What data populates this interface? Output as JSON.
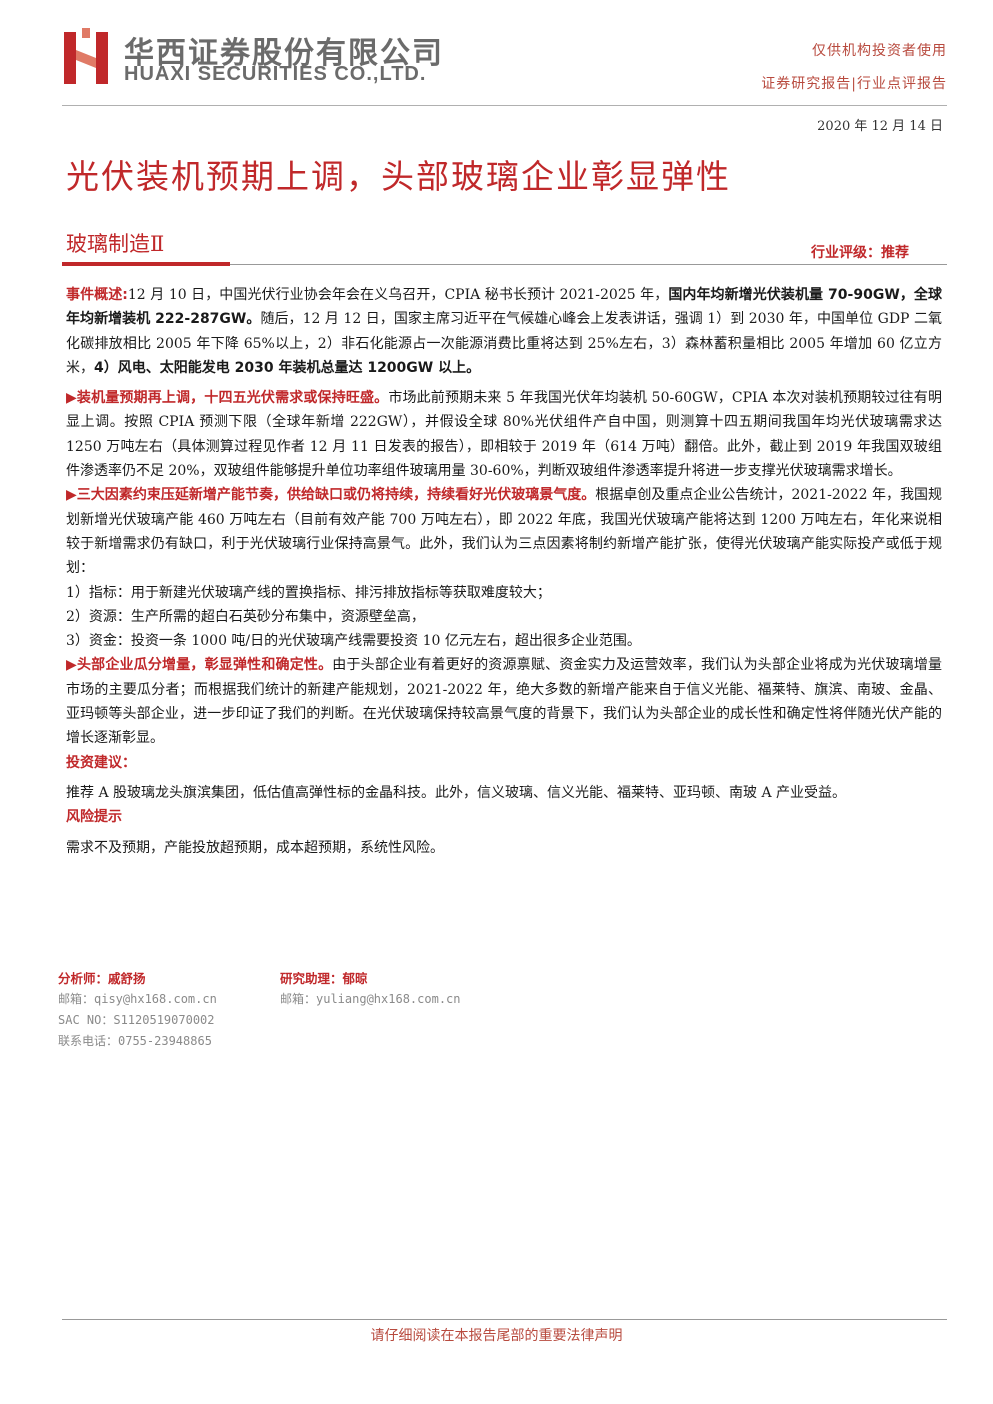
{
  "header": {
    "company_cn": "华西证券股份有限公司",
    "company_en": "HUAXI SECURITIES CO.,LTD.",
    "tagline": "仅供机构投资者使用",
    "report_type": "证券研究报告|行业点评报告",
    "date": "2020 年 12 月 14 日"
  },
  "title": "光伏装机预期上调，头部玻璃企业彰显弹性",
  "industry": "玻璃制造Ⅱ",
  "rating": "行业评级：推荐",
  "sections": {
    "event": {
      "lead": "事件概述:",
      "t1": "12 月 10 日，中国光伏行业协会年会在义乌召开，CPIA 秘书长预计 2021-2025 年，",
      "b1": "国内年均新增光伏装机量 70-90GW，全球年均新增装机 222-287GW。",
      "t2": "随后，12 月 12 日，国家主席习近平在气候雄心峰会上发表讲话，强调 1）到 2030 年，中国单位 GDP 二氧化碳排放相比 2005 年下降 65%以上，2）非石化能源占一次能源消费比重将达到 25%左右，3）森林蓄积量相比 2005 年增加 60 亿立方米，",
      "b2": "4）风电、太阳能发电 2030 年装机总量达 1200GW 以上。"
    },
    "p1": {
      "lead": "▶装机量预期再上调，十四五光伏需求或保持旺盛。",
      "text": "市场此前预期未来 5 年我国光伏年均装机 50-60GW，CPIA 本次对装机预期较过往有明显上调。按照 CPIA 预测下限（全球年新增 222GW），并假设全球 80%光伏组件产自中国，则测算十四五期间我国年均光伏玻璃需求达 1250 万吨左右（具体测算过程见作者 12 月 11 日发表的报告），即相较于 2019 年（614 万吨）翻倍。此外，截止到 2019 年我国双玻组件渗透率仍不足 20%，双玻组件能够提升单位功率组件玻璃用量 30-60%，判断双玻组件渗透率提升将进一步支撑光伏玻璃需求增长。"
    },
    "p2": {
      "lead": "▶三大因素约束压延新增产能节奏，供给缺口或仍将持续，持续看好光伏玻璃景气度。",
      "text": "根据卓创及重点企业公告统计，2021-2022 年，我国规划新增光伏玻璃产能 460 万吨左右（目前有效产能 700 万吨左右），即 2022 年底，我国光伏玻璃产能将达到 1200 万吨左右，年化来说相较于新增需求仍有缺口，利于光伏玻璃行业保持高景气。此外，我们认为三点因素将制约新增产能扩张，使得光伏玻璃产能实际投产或低于规划：",
      "items": [
        "1）指标：用于新建光伏玻璃产线的置换指标、排污排放指标等获取难度较大；",
        "2）资源：生产所需的超白石英砂分布集中，资源壁垒高，",
        "3）资金：投资一条 1000 吨/日的光伏玻璃产线需要投资 10 亿元左右，超出很多企业范围。"
      ]
    },
    "p3": {
      "lead": "▶头部企业瓜分增量，彰显弹性和确定性。",
      "text": "由于头部企业有着更好的资源禀赋、资金实力及运营效率，我们认为头部企业将成为光伏玻璃增量市场的主要瓜分者；而根据我们统计的新建产能规划，2021-2022 年，绝大多数的新增产能来自于信义光能、福莱特、旗滨、南玻、金晶、亚玛顿等头部企业，进一步印证了我们的判断。在光伏玻璃保持较高景气度的背景下，我们认为头部企业的成长性和确定性将伴随光伏产能的增长逐渐彰显。"
    },
    "advice": {
      "head": "投资建议：",
      "text": "推荐 A 股玻璃龙头旗滨集团，低估值高弹性标的金晶科技。此外，信义玻璃、信义光能、福莱特、亚玛顿、南玻 A 产业受益。"
    },
    "risk": {
      "head": "风险提示",
      "text": "需求不及预期，产能投放超预期，成本超预期，系统性风险。"
    }
  },
  "authors": {
    "analyst": {
      "name": "分析师：戚舒扬",
      "email": "邮箱：qisy@hx168.com.cn",
      "sac": "SAC NO：S1120519070002",
      "phone": "联系电话：0755-23948865"
    },
    "assistant": {
      "name": "研究助理：郁晾",
      "email": "邮箱：yuliang@hx168.com.cn"
    }
  },
  "footer": "请仔细阅读在本报告尾部的重要法律声明",
  "colors": {
    "brand_red": "#c0282a",
    "muted_red": "#b84a3e",
    "grey_text": "#6b6b6b"
  }
}
